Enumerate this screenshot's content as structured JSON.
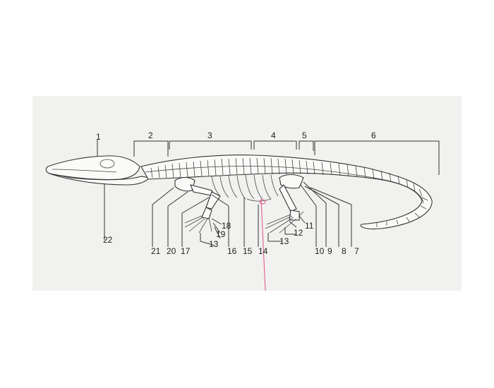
{
  "labels": [
    {
      "id": "1",
      "text": "1"
    },
    {
      "id": "2",
      "text": "2"
    },
    {
      "id": "3",
      "text": "3"
    },
    {
      "id": "4",
      "text": "4"
    },
    {
      "id": "5",
      "text": "5"
    },
    {
      "id": "6",
      "text": "6"
    },
    {
      "id": "7",
      "text": "7"
    },
    {
      "id": "8",
      "text": "8"
    },
    {
      "id": "9",
      "text": "9"
    },
    {
      "id": "10",
      "text": "10"
    },
    {
      "id": "11",
      "text": "11"
    },
    {
      "id": "12",
      "text": "12"
    },
    {
      "id": "13a",
      "text": "13"
    },
    {
      "id": "13b",
      "text": "13"
    },
    {
      "id": "14",
      "text": "14"
    },
    {
      "id": "15",
      "text": "15"
    },
    {
      "id": "16",
      "text": "16"
    },
    {
      "id": "17",
      "text": "17"
    },
    {
      "id": "18",
      "text": "18"
    },
    {
      "id": "19",
      "text": "19"
    },
    {
      "id": "20",
      "text": "20"
    },
    {
      "id": "21",
      "text": "21"
    },
    {
      "id": "22",
      "text": "22"
    }
  ],
  "colors": {
    "background": "#f1f1ef",
    "line": "#333333",
    "marker": "#e0508a"
  }
}
